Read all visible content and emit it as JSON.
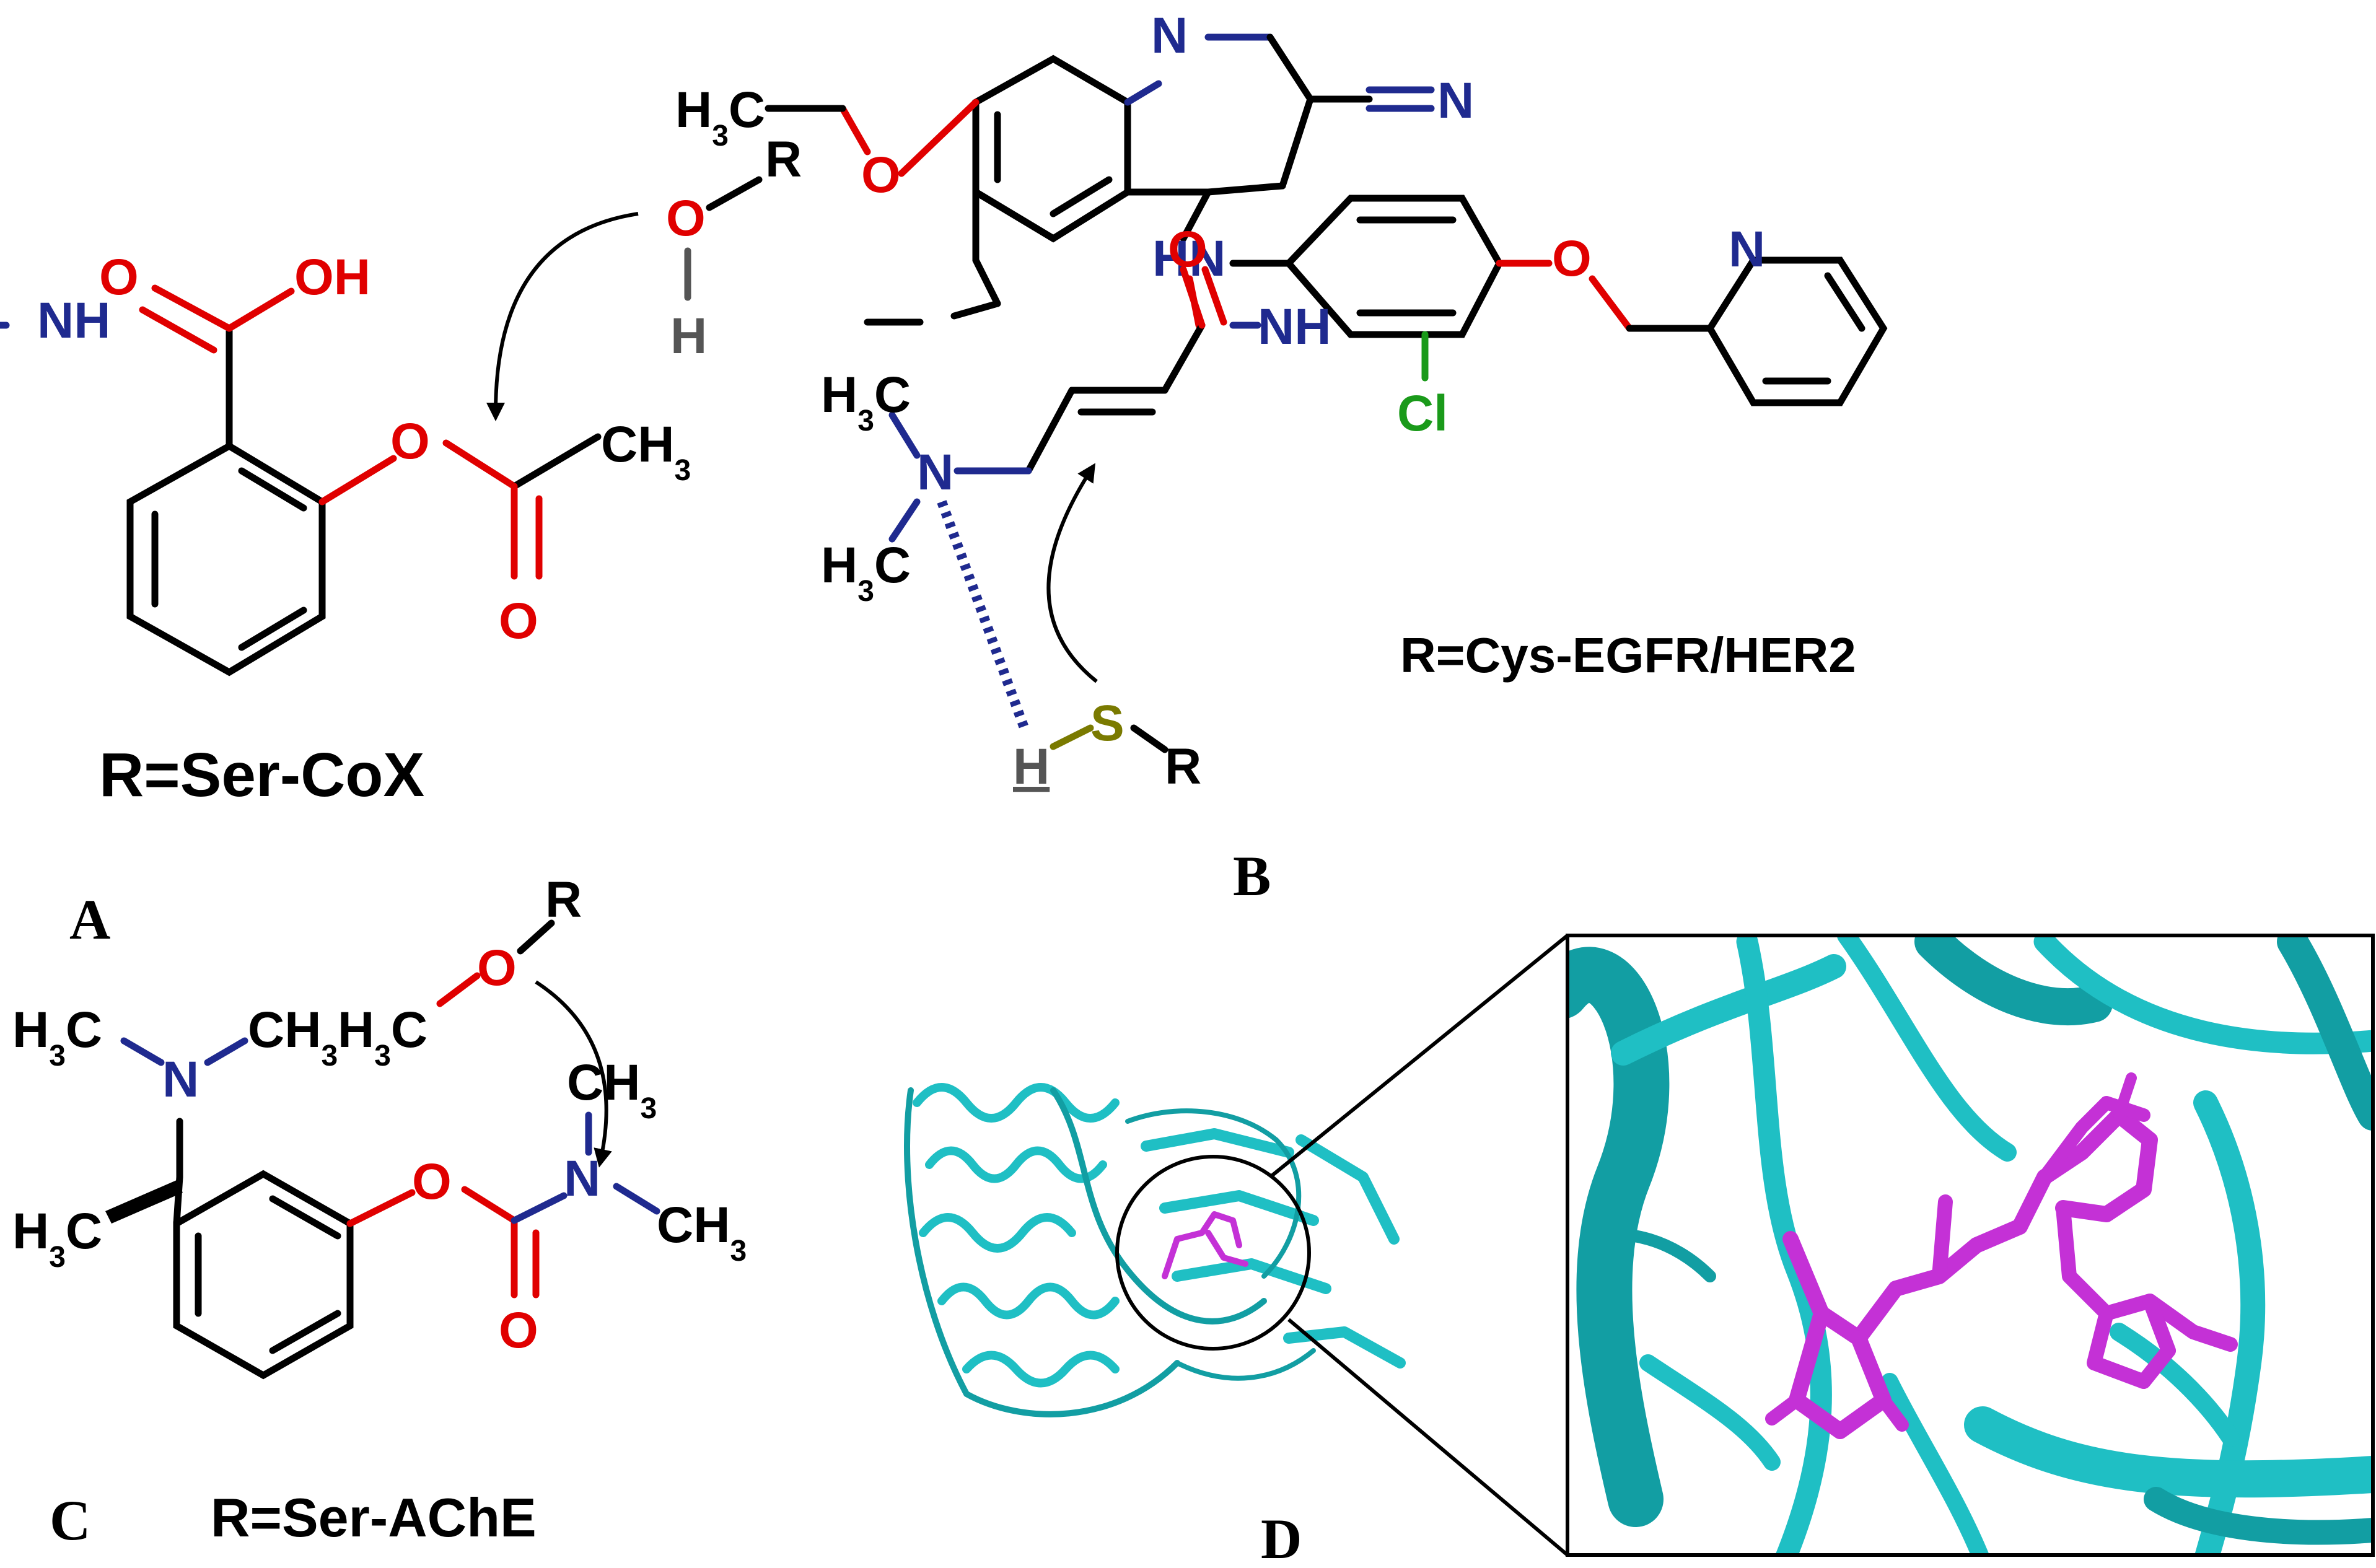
{
  "panels": {
    "a": {
      "letter": "A",
      "caption": "R=Ser-CoX",
      "nucleophile_atom": "O",
      "nucleophile_r": "R",
      "nucleophile_h": "H"
    },
    "b": {
      "letter": "B",
      "caption": "R=Cys-EGFR/HER2",
      "nucleophile_atom": "S",
      "nucleophile_r": "R",
      "nucleophile_h": "H"
    },
    "c": {
      "letter": "C",
      "caption": "R=Ser-AChE",
      "nucleophile_atom": "O",
      "nucleophile_r": "R"
    },
    "d": {
      "letter": "D"
    }
  },
  "atoms": {
    "O": "O",
    "OH": "OH",
    "N": "N",
    "NH": "NH",
    "HN": "HN",
    "Cl": "Cl",
    "S": "S",
    "H": "H",
    "C": "C"
  },
  "groups": {
    "ch3": "CH",
    "h3c": "H",
    "c": "C",
    "sub3": "3"
  },
  "colors": {
    "oxygen": "#e00000",
    "nitrogen": "#1f2a8f",
    "sulfur": "#7a7a00",
    "chlorine": "#1a9a1a",
    "hydrogen": "#555555",
    "protein": "#1fbfc4",
    "ligand": "#c431d6"
  }
}
